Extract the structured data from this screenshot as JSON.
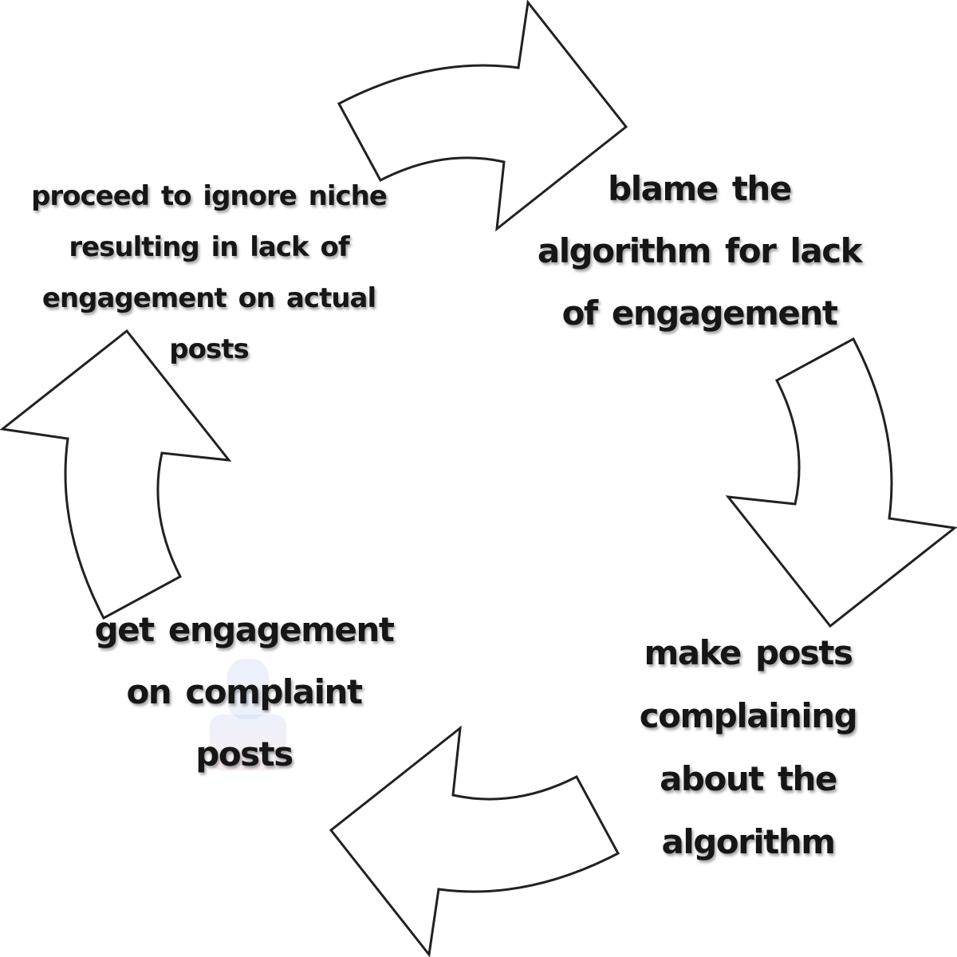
{
  "diagram": {
    "type": "cycle",
    "direction": "clockwise",
    "background_color": "#ffffff",
    "arrow_fill_color": "#ffffff",
    "arrow_stroke_color": "#212121",
    "text_color": "#161616",
    "nodes": [
      {
        "position": "top-left",
        "lines": [
          "proceed to ignore niche",
          "resulting in lack of",
          "engagement on actual",
          "posts"
        ]
      },
      {
        "position": "top-right",
        "lines": [
          "blame the",
          "algorithm for lack",
          "of engagement"
        ]
      },
      {
        "position": "bottom-right",
        "lines": [
          "make posts",
          "complaining",
          "about the",
          "algorithm"
        ]
      },
      {
        "position": "bottom-left",
        "lines": [
          "get engagement",
          "on complaint",
          "posts"
        ]
      }
    ],
    "arrows": [
      {
        "id": "arrow-top",
        "icon": "curved-block-arrow-right-icon",
        "from": "top-left",
        "to": "top-right"
      },
      {
        "id": "arrow-right",
        "icon": "curved-block-arrow-down-icon",
        "from": "top-right",
        "to": "bottom-right"
      },
      {
        "id": "arrow-bottom",
        "icon": "curved-block-arrow-left-icon",
        "from": "bottom-right",
        "to": "bottom-left"
      },
      {
        "id": "arrow-left",
        "icon": "curved-block-arrow-up-icon",
        "from": "bottom-left",
        "to": "top-left"
      }
    ],
    "watermark_icon": "faint-silhouette-watermark"
  }
}
